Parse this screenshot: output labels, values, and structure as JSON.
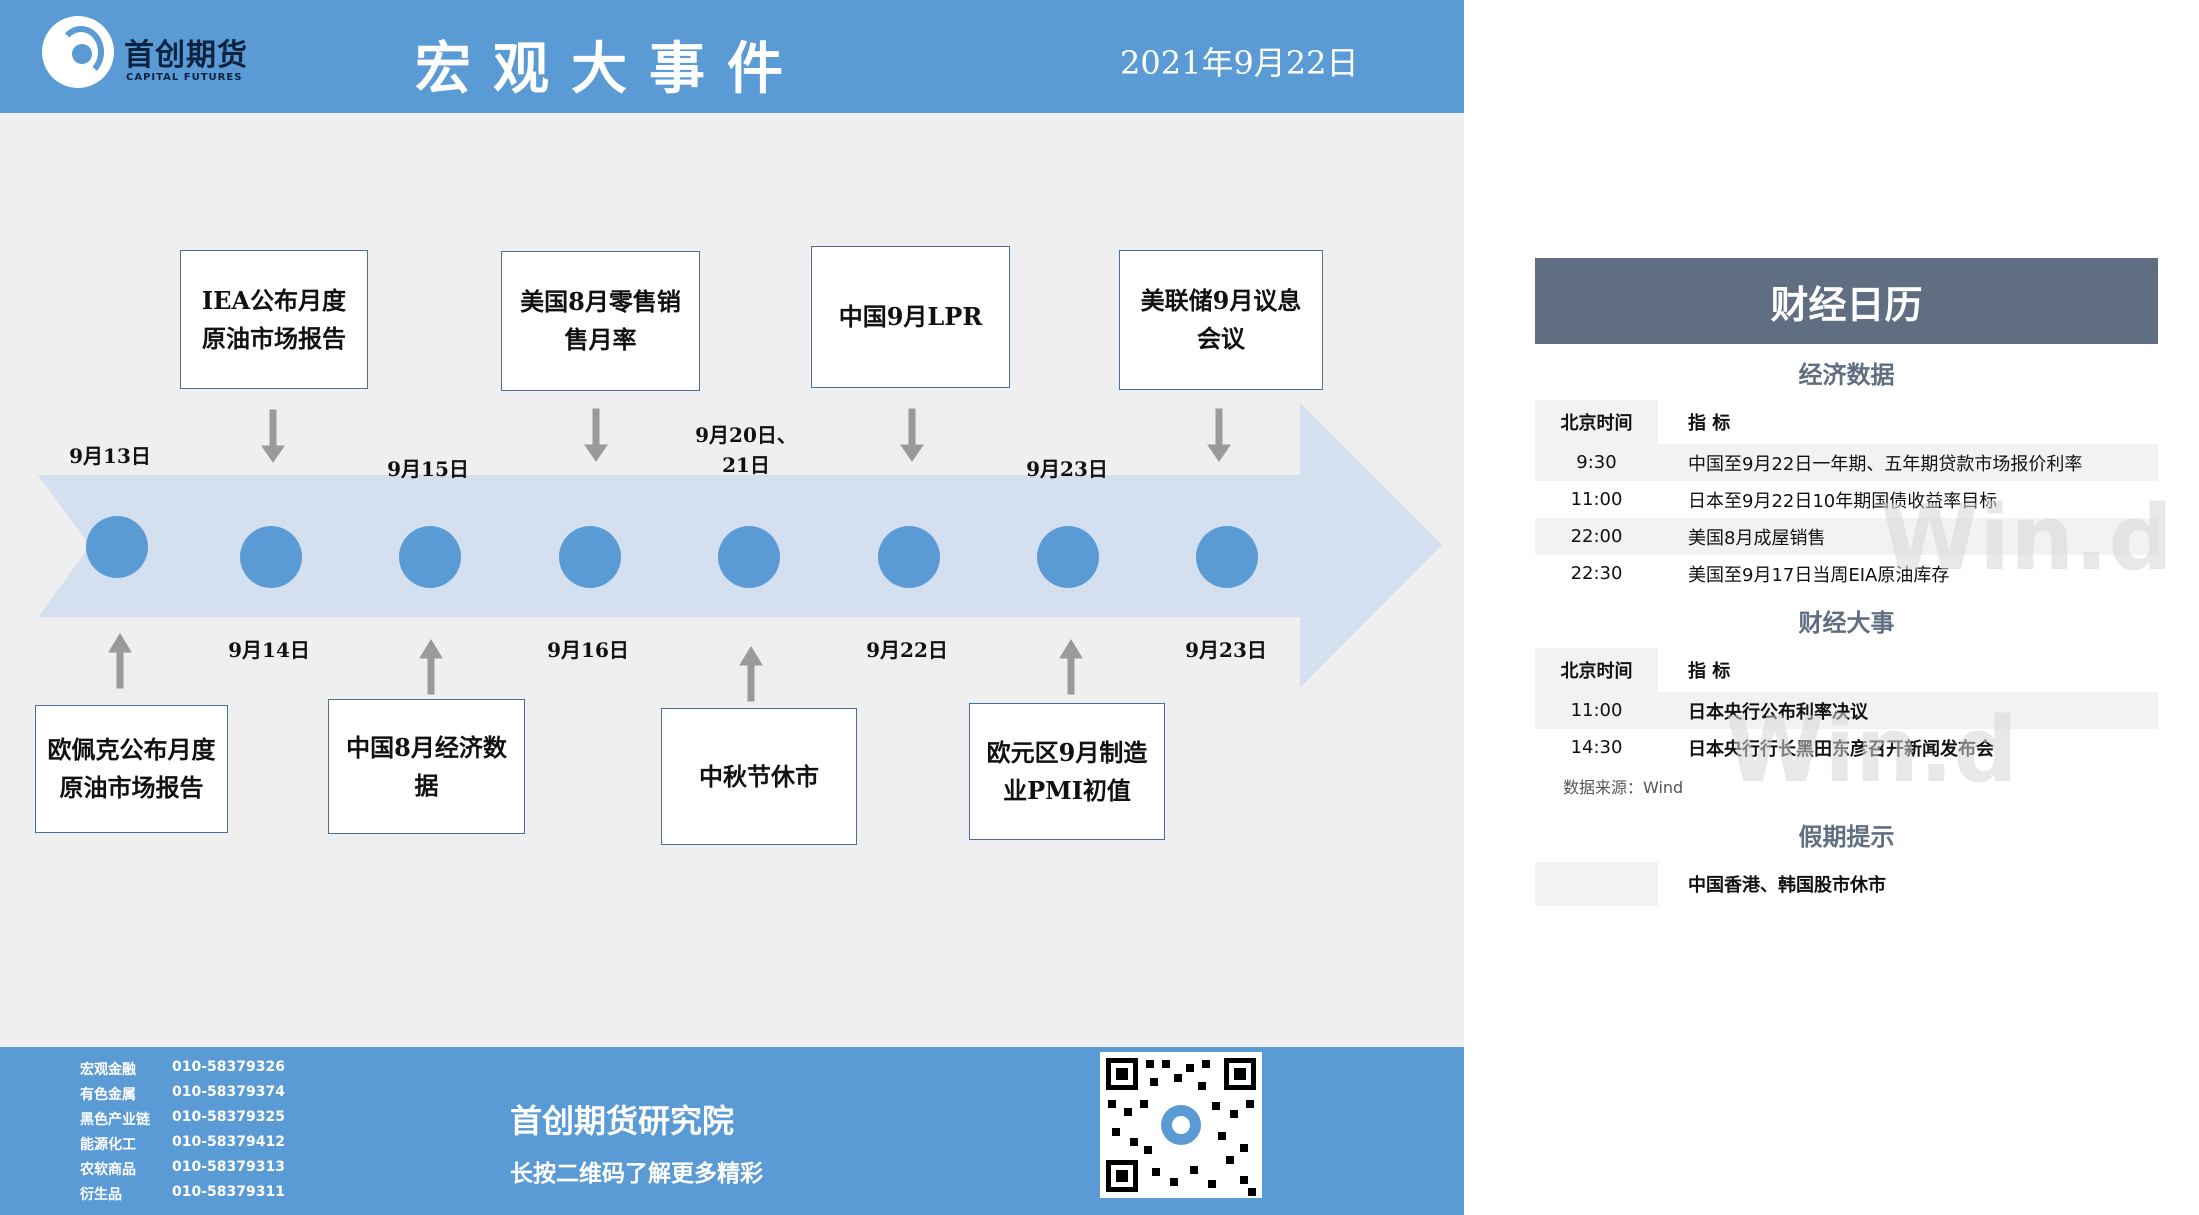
{
  "header": {
    "brand_cn": "首创期货",
    "brand_en": "CAPITAL FUTURES",
    "title": "宏观大事件",
    "date": "2021年9月22日"
  },
  "timeline": {
    "dates_top": [
      "9月13日",
      "9月15日",
      "9月20日、21日",
      "9月23日"
    ],
    "dates_bottom": [
      "9月14日",
      "9月16日",
      "9月22日",
      "9月23日"
    ],
    "events_top": [
      "IEA公布月度原油市场报告",
      "美国8月零售销售月率",
      "中国9月LPR",
      "美联储9月议息会议"
    ],
    "events_bottom": [
      "欧佩克公布月度原油市场报告",
      "中国8月经济数据",
      "中秋节休市",
      "欧元区9月制造业PMI初值"
    ]
  },
  "calendar": {
    "title": "财经日历",
    "section_economic": "经济数据",
    "col_time": "北京时间",
    "col_indicator": "指  标",
    "economic_rows": [
      {
        "time": "9:30",
        "item": "中国至9月22日一年期、五年期贷款市场报价利率"
      },
      {
        "time": "11:00",
        "item": "日本至9月22日10年期国债收益率目标"
      },
      {
        "time": "22:00",
        "item": "美国8月成屋销售"
      },
      {
        "time": "22:30",
        "item": "美国至9月17日当周EIA原油库存"
      }
    ],
    "section_events": "财经大事",
    "event_rows": [
      {
        "time": "11:00",
        "item": "日本央行公布利率决议"
      },
      {
        "time": "14:30",
        "item": "日本央行行长黑田东彦召开新闻发布会"
      }
    ],
    "source": "数据来源：Wind",
    "section_holiday": "假期提示",
    "holiday": "中国香港、韩国股市休市",
    "watermark": "Win.d"
  },
  "footer": {
    "contacts": [
      {
        "dept": "宏观金融",
        "phone": "010-58379326"
      },
      {
        "dept": "有色金属",
        "phone": "010-58379374"
      },
      {
        "dept": "黑色产业链",
        "phone": "010-58379325"
      },
      {
        "dept": "能源化工",
        "phone": "010-58379412"
      },
      {
        "dept": "农软商品",
        "phone": "010-58379313"
      },
      {
        "dept": "衍生品",
        "phone": "010-58379311"
      }
    ],
    "institute": "首创期货研究院",
    "qr_hint": "长按二维码了解更多精彩"
  },
  "colors": {
    "header_blue": "#5b9bd5",
    "arrow_fill": "#d4dff0",
    "calendar_header": "#5f6f81"
  }
}
